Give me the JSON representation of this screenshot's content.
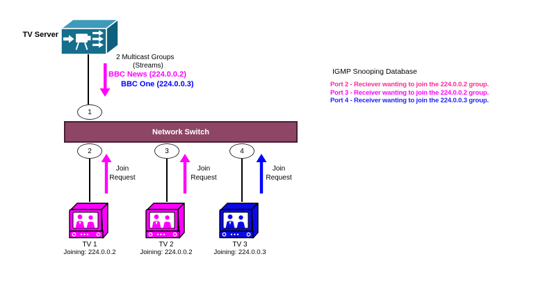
{
  "colors": {
    "magenta": "#FF00FF",
    "blue": "#0000FF",
    "tv_blue": "#0A0AE6",
    "deep_pink": "#FA2D96",
    "switch_fill": "#8E4666",
    "switch_border": "#461F35",
    "server_front": "#146E8C",
    "server_top": "#3E9ABA",
    "server_side": "#0D5F7D"
  },
  "server": {
    "label": "TV Server"
  },
  "multicast_note": {
    "line1": "2 Multicast Groups",
    "line2": "(Streams)",
    "bbc_news": "BBC News (224.0.0.2)",
    "bbc_one": "BBC One (224.0.0.3)"
  },
  "switch": {
    "label": "Network Switch"
  },
  "ports": [
    {
      "number": "1"
    },
    {
      "number": "2"
    },
    {
      "number": "3"
    },
    {
      "number": "4"
    }
  ],
  "join_requests": [
    {
      "line1": "Join",
      "line2": "Request",
      "color": "#FF00FF"
    },
    {
      "line1": "Join",
      "line2": "Request",
      "color": "#FF00FF"
    },
    {
      "line1": "Join",
      "line2": "Request",
      "color": "#0000FF"
    }
  ],
  "tvs": [
    {
      "name": "TV 1",
      "joining": "Joining: 224.0.0.2",
      "color": "#FF00FF"
    },
    {
      "name": "TV 2",
      "joining": "Joining: 224.0.0.2",
      "color": "#FF00FF"
    },
    {
      "name": "TV 3",
      "joining": "Joining: 224.0.0.3",
      "color": "#0A0AE6"
    }
  ],
  "igmp_db": {
    "title": "IGMP Snooping Database",
    "entries": [
      {
        "text": "Port 2 - Reciever wanting to join the 224.0.0.2 group.",
        "color": "#FA2D96"
      },
      {
        "text": "Port 3 - Receiver wanting to join the 224.0.0.2 group.",
        "color": "#FF00FF"
      },
      {
        "text": "Port 4 - Receiver wanting to join the 224.0.0.3 group.",
        "color": "#2222FF"
      }
    ]
  }
}
